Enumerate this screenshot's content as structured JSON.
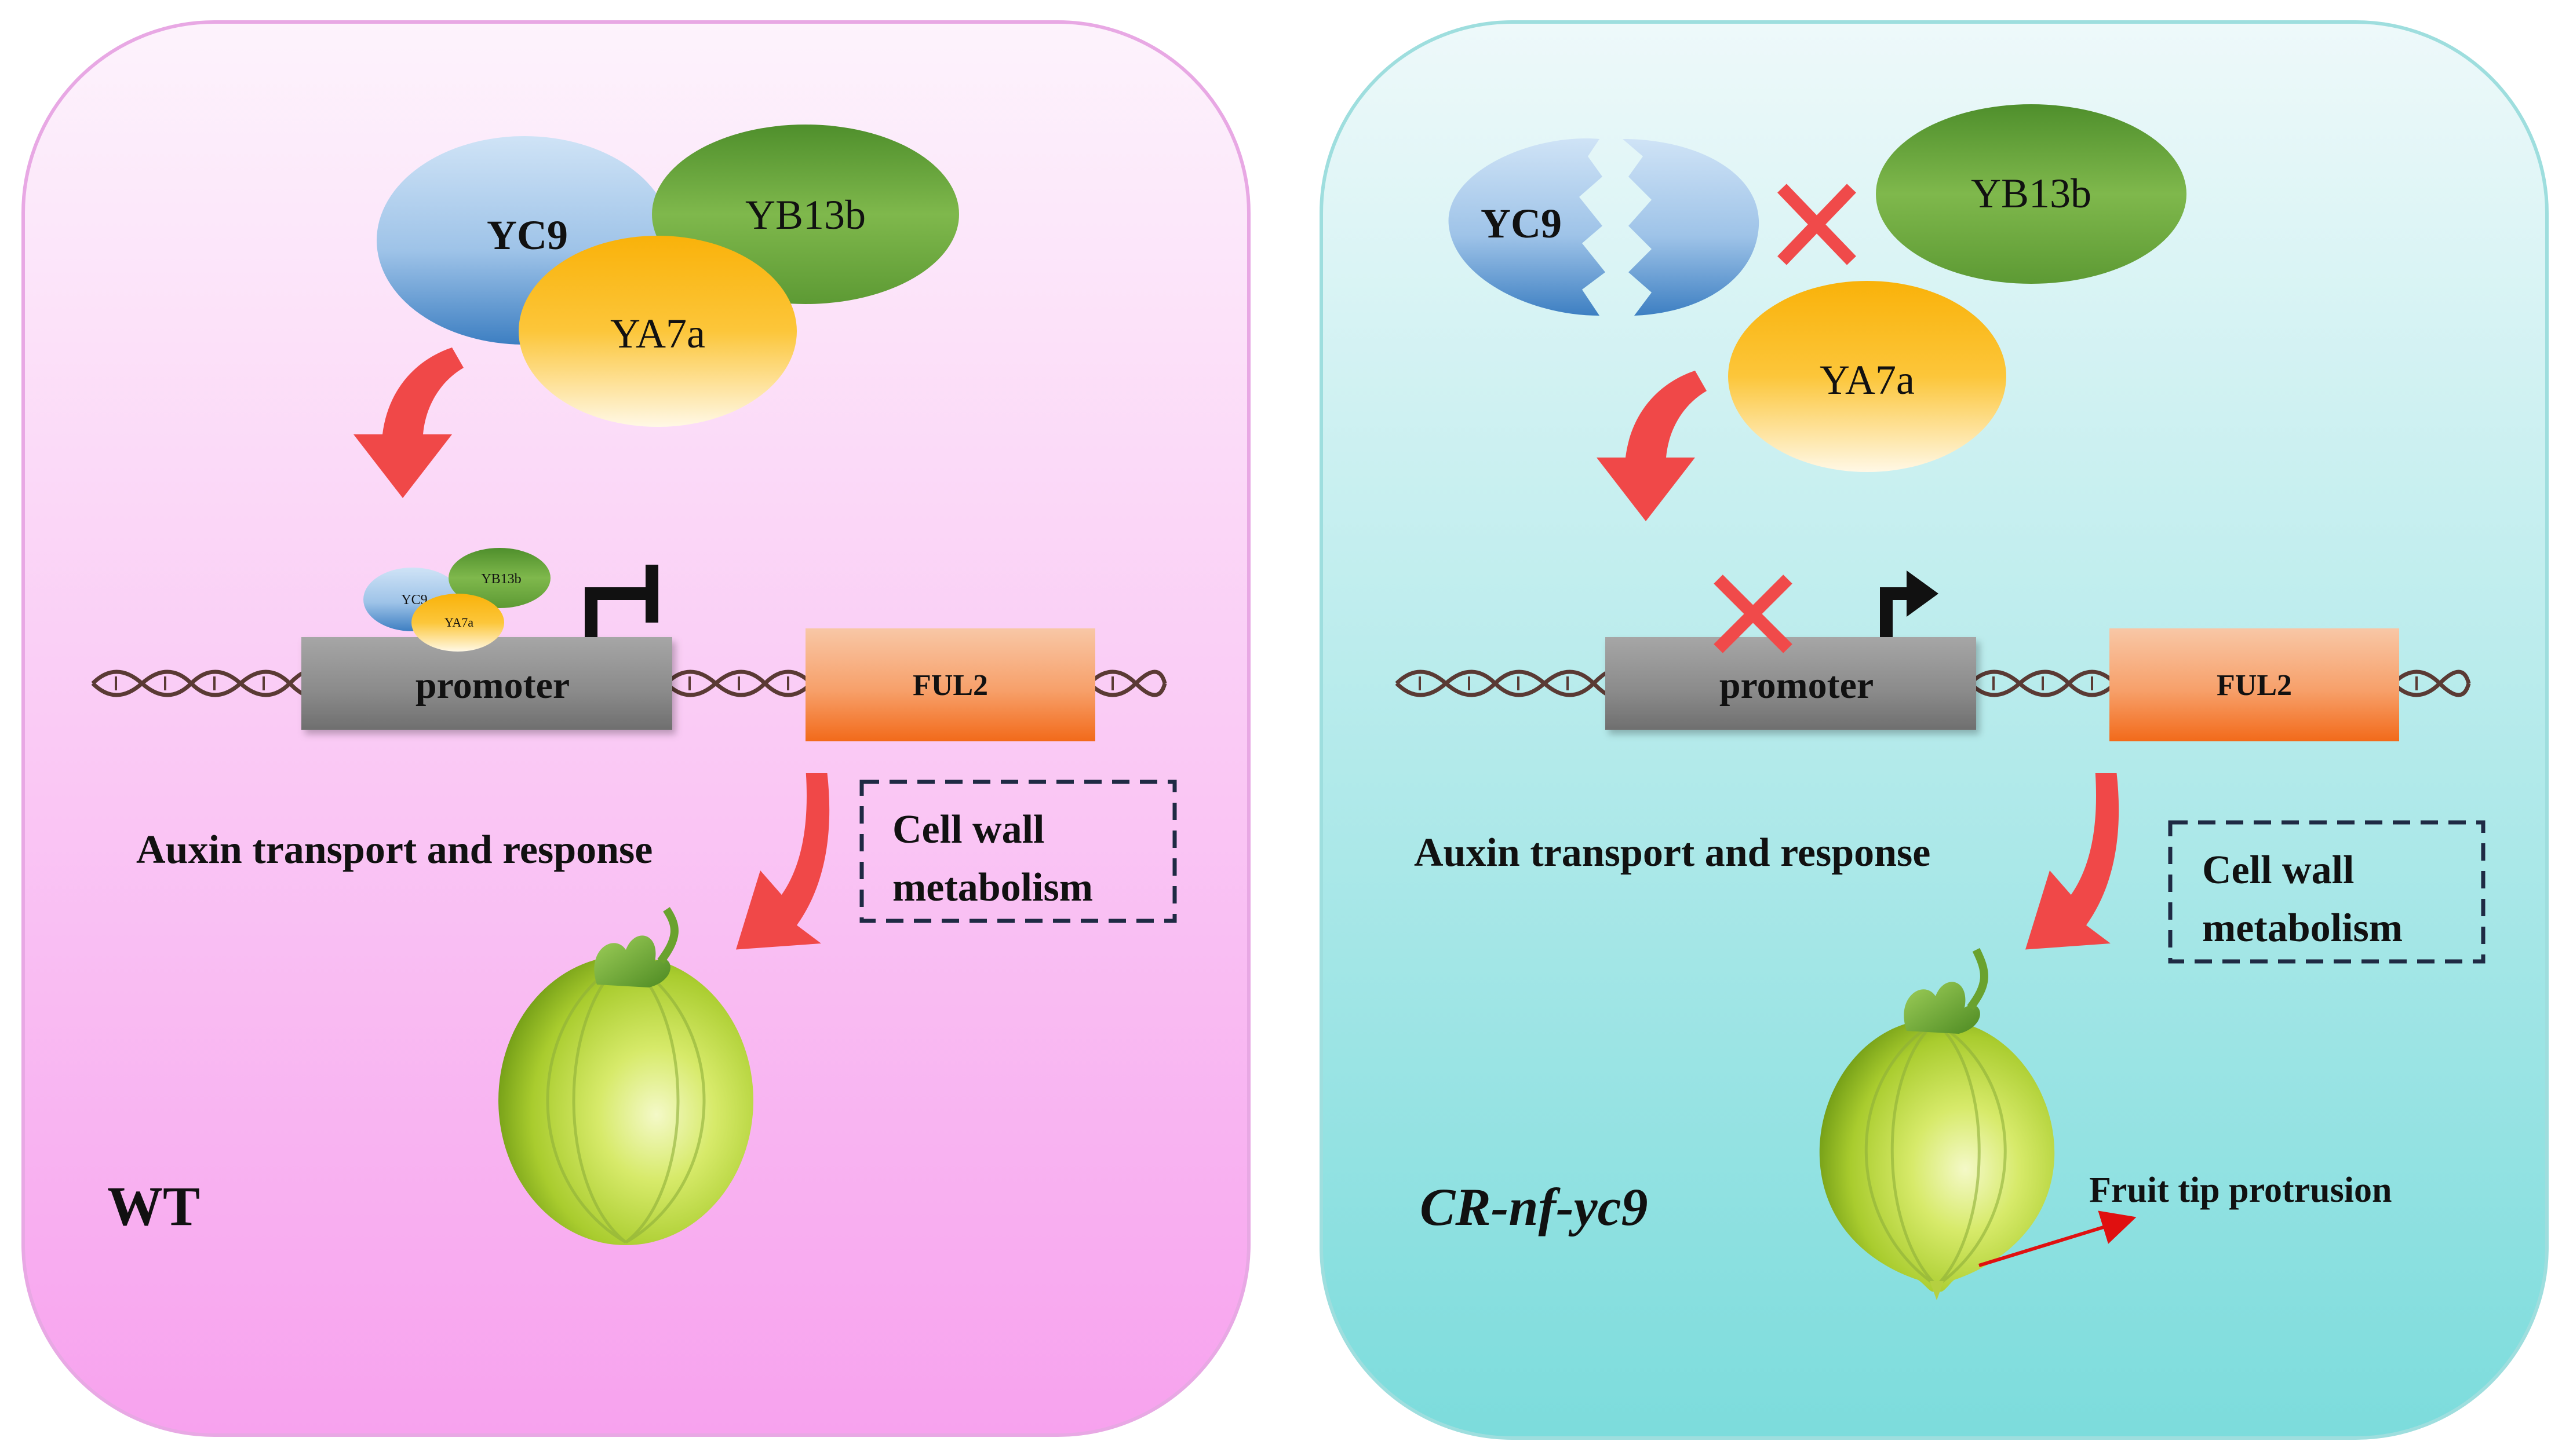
{
  "panels": {
    "wt": {
      "label": "WT",
      "proteins": {
        "yc9": "YC9",
        "yb13b": "YB13b",
        "ya7a": "YA7a"
      },
      "small_proteins": {
        "yc9": "YC9",
        "yb13b": "YB13b",
        "ya7a": "YA7a"
      },
      "promoter": "promoter",
      "gene": "FUL2",
      "auxin_text": "Auxin transport and response",
      "cell_wall_line1": "Cell wall",
      "cell_wall_line2": "metabolism"
    },
    "mutant": {
      "label": "CR-nf-yc9",
      "proteins": {
        "yc9": "YC9",
        "yb13b": "YB13b",
        "ya7a": "YA7a"
      },
      "promoter": "promoter",
      "gene": "FUL2",
      "auxin_text": "Auxin transport and response",
      "cell_wall_line1": "Cell wall",
      "cell_wall_line2": "metabolism",
      "protrusion_text": "Fruit tip protrusion"
    }
  },
  "colors": {
    "wt_bg_top": "#fdf0fc",
    "wt_bg_bottom": "#f6a3ee",
    "mut_bg_top": "#eaf8f9",
    "mut_bg_bottom": "#7fdede",
    "arrow_red": "#f04848",
    "cross_red": "#f04a4a",
    "dna_brown": "#5a3a34",
    "promoter_gray": "#8c8c8c",
    "gene_orange": "#f58a4a"
  }
}
